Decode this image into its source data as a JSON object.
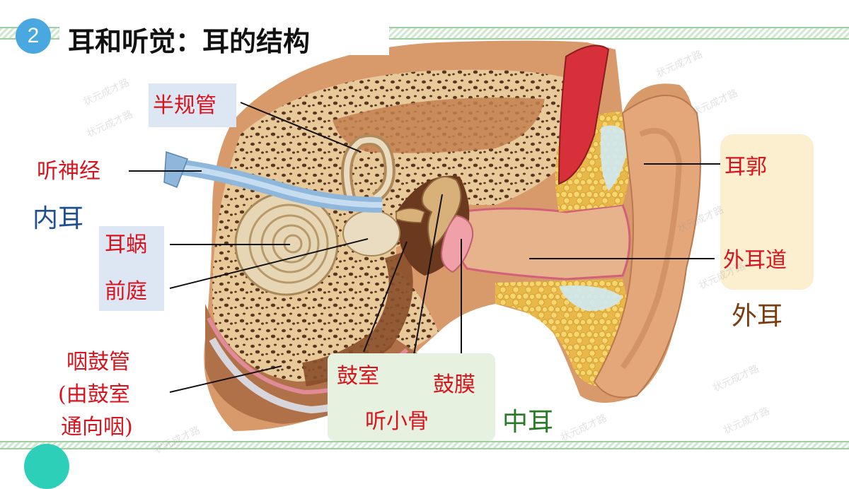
{
  "slide": {
    "badge": "2",
    "title": "耳和听觉：耳的结构"
  },
  "labels": {
    "banguiguan": "半规管",
    "tingshenjing": "听神经",
    "erwo": "耳蜗",
    "qianting": "前庭",
    "yangu_line1": "咽鼓管",
    "yangu_line2": "(由鼓室",
    "yangu_line3": "通向咽)",
    "gushi": "鼓室",
    "tingxiaogu": "听小骨",
    "gumo": "鼓膜",
    "erguo": "耳郭",
    "waierdao": "外耳道"
  },
  "categories": {
    "inner": "内耳",
    "middle": "中耳",
    "outer": "外耳"
  },
  "watermark": "状元成才路",
  "colors": {
    "label_red": "#d8141e",
    "inner_blue": "#1f4f8f",
    "middle_green": "#2a7a2a",
    "outer_brown": "#7a3d10",
    "badge_blue": "#4aa8e0"
  }
}
